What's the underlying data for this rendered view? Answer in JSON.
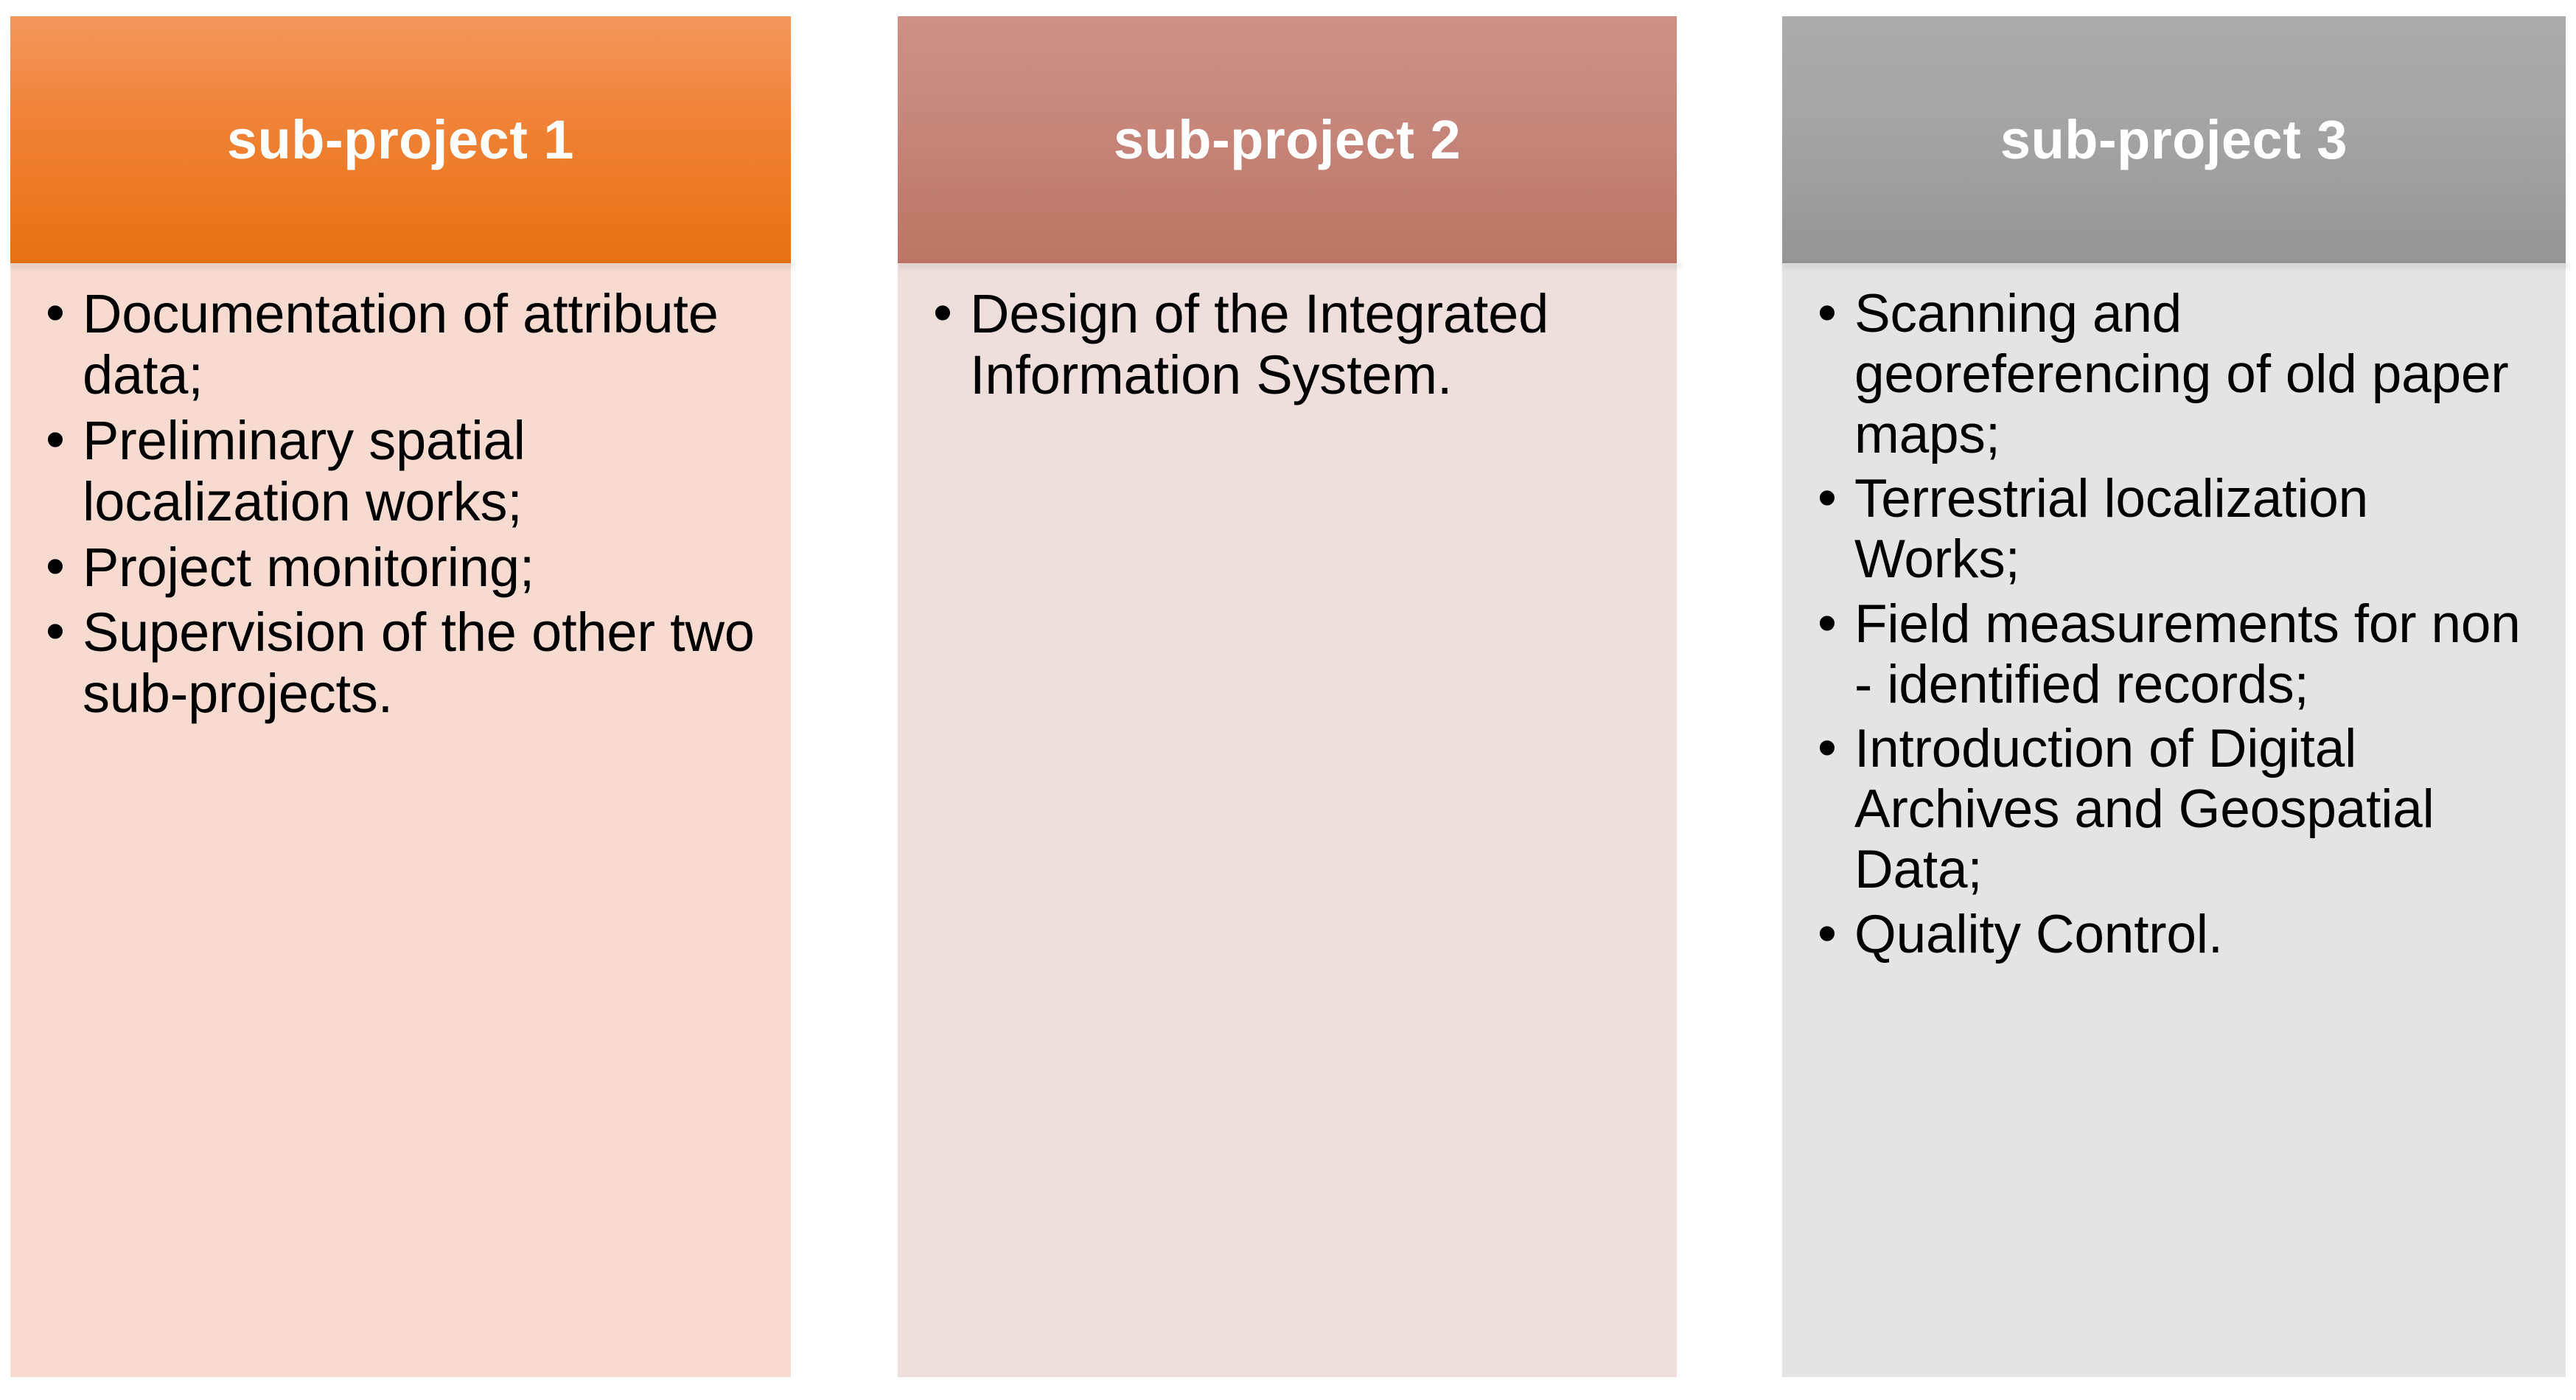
{
  "diagram": {
    "type": "three-column-comparison",
    "columns": [
      {
        "id": "sub-project-1",
        "title": "sub-project 1",
        "header_color_top": "#F4975C",
        "header_color_bottom": "#E87113",
        "body_color": "#F8DBD0",
        "title_color": "#FFFFFF",
        "items": [
          "Documentation of attribute data;",
          "Preliminary spatial localization works;",
          "Project monitoring;",
          "Supervision of the other two sub-projects."
        ]
      },
      {
        "id": "sub-project-2",
        "title": "sub-project 2",
        "header_color_top": "#CE9086",
        "header_color_bottom": "#BC7565",
        "body_color": "#EEDFDC",
        "title_color": "#FFFFFF",
        "items": [
          "Design of the Integrated Information System."
        ]
      },
      {
        "id": "sub-project-3",
        "title": "sub-project 3",
        "header_color_top": "#ACACAC",
        "header_color_bottom": "#959595",
        "body_color": "#E4E4E4",
        "title_color": "#FFFFFF",
        "items": [
          "Scanning and georeferencing of old paper maps;",
          "Terrestrial localization Works;",
          "Field measurements for non - identified records;",
          "Introduction of Digital Archives and Geospatial Data;",
          "Quality Control."
        ]
      }
    ]
  }
}
